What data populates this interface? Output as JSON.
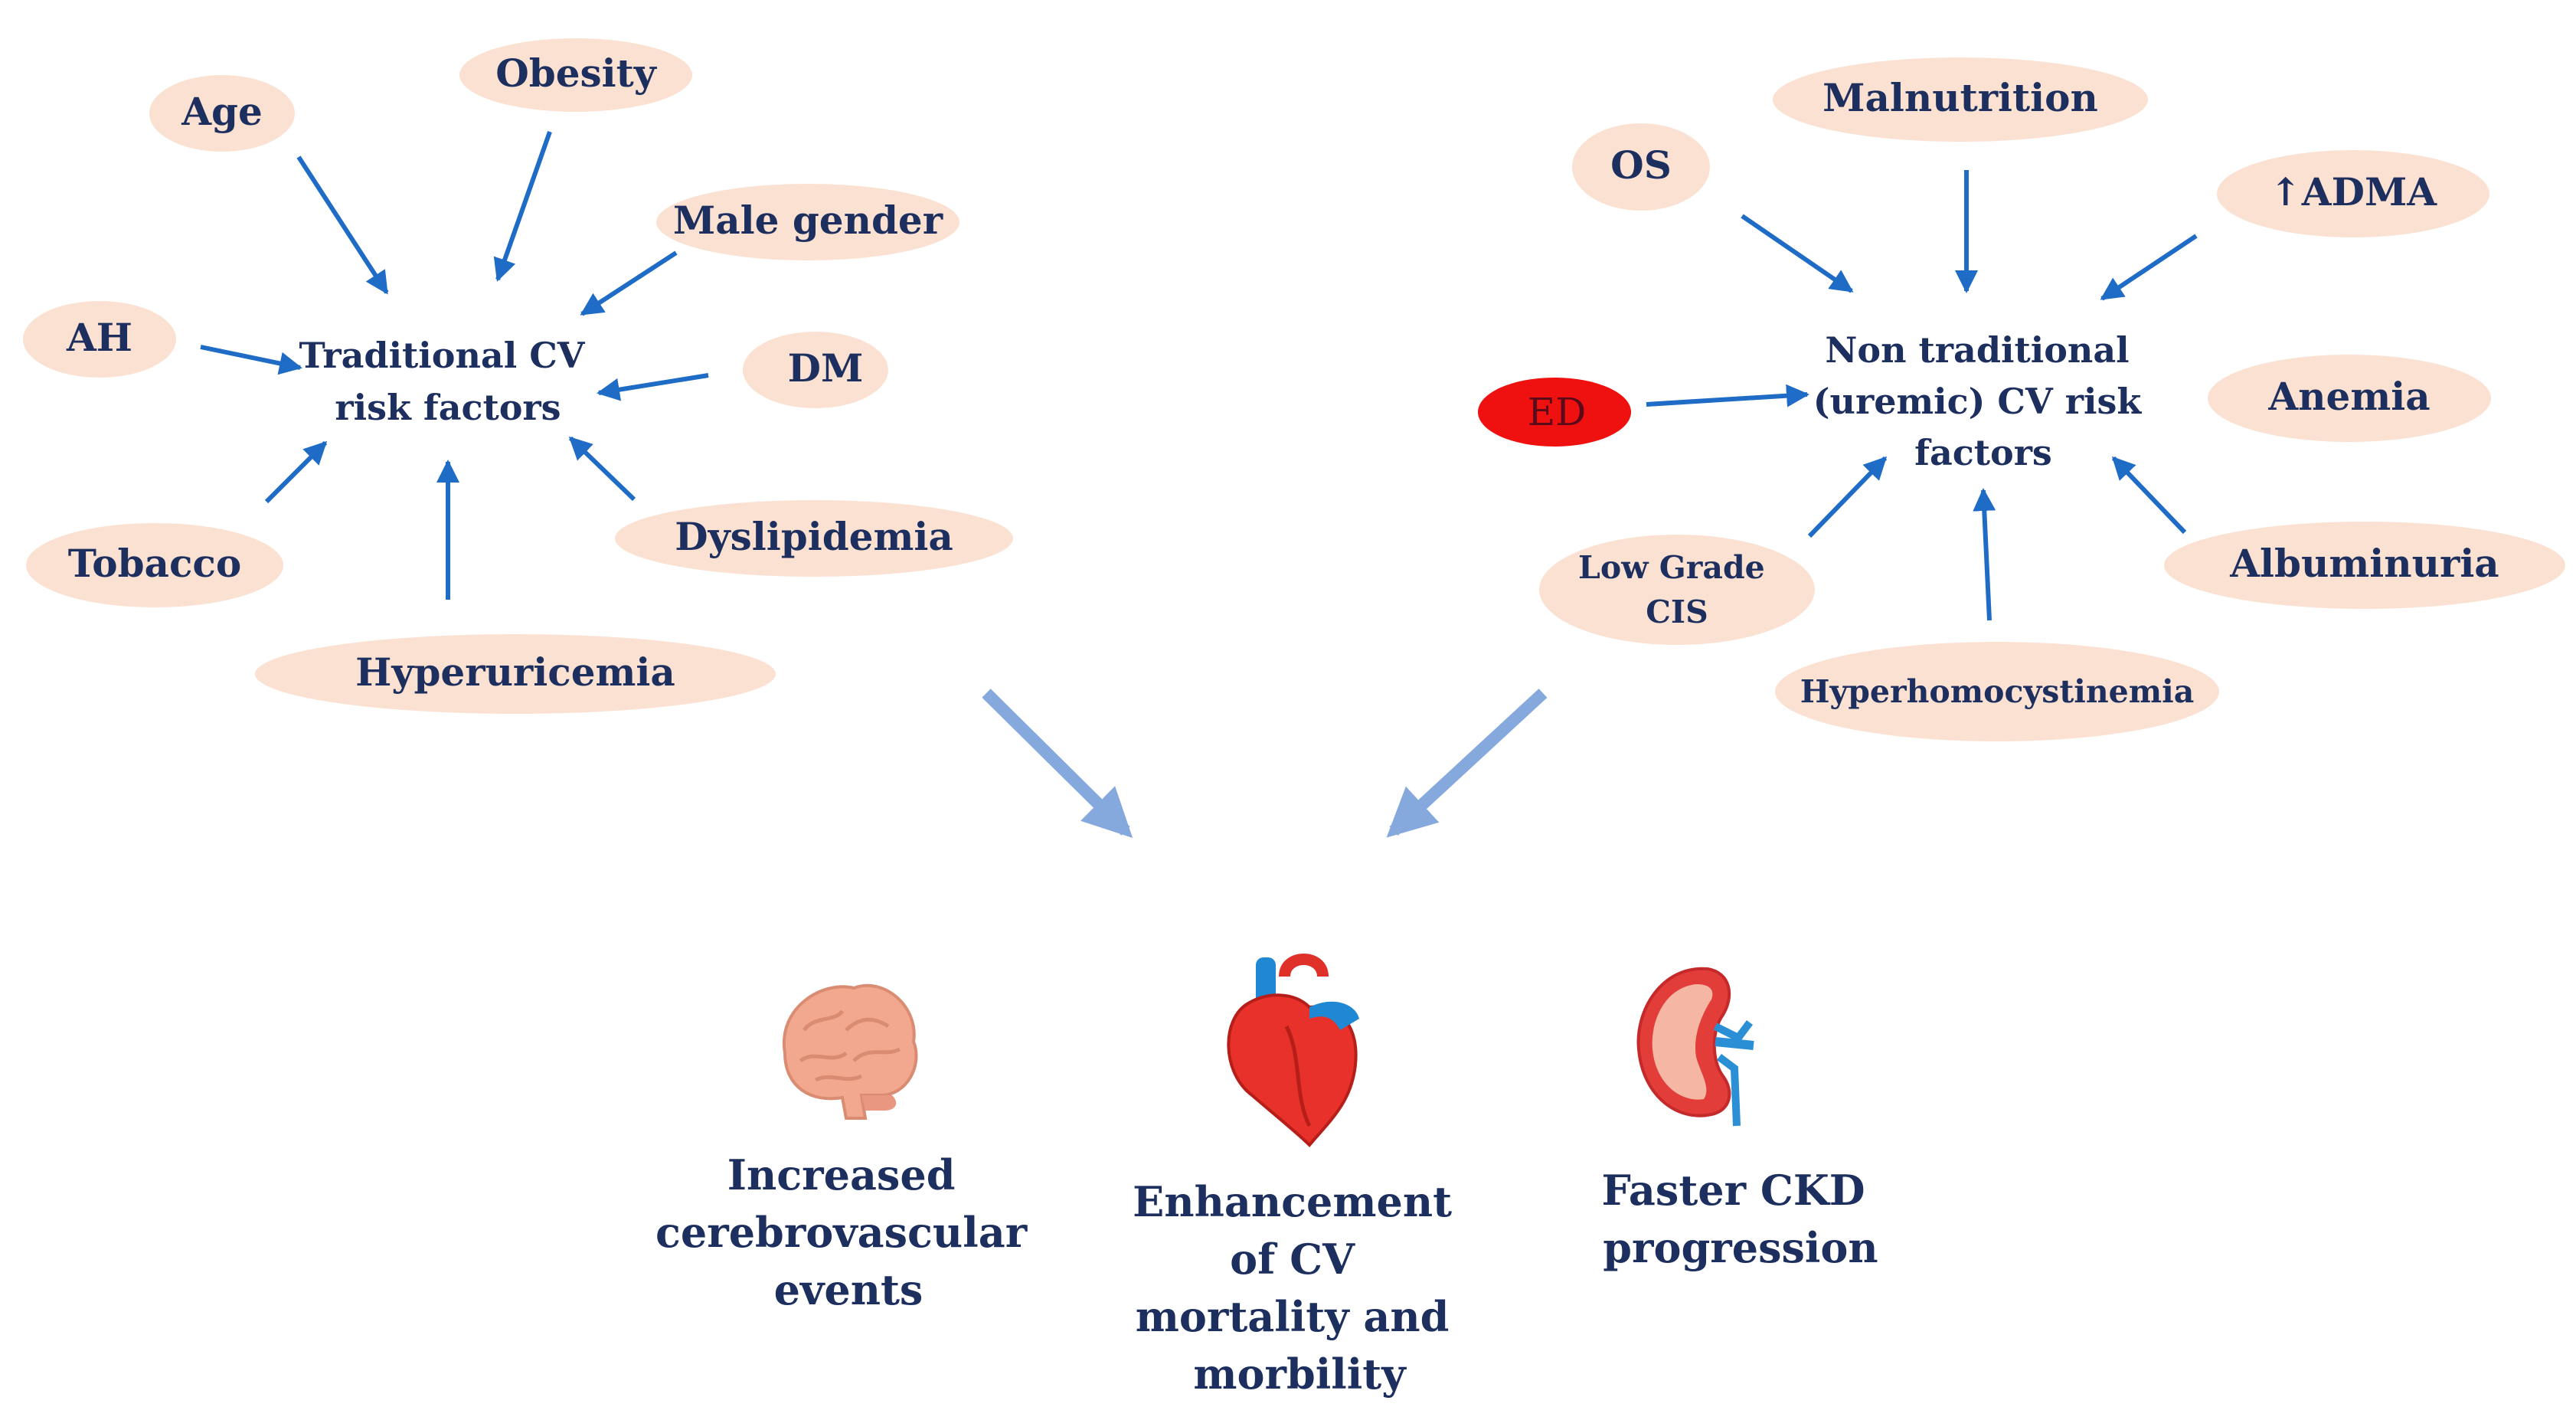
{
  "traditional": {
    "center": [
      "Traditional CV",
      "risk factors"
    ],
    "factors": {
      "age": "Age",
      "obesity": "Obesity",
      "male_gender": "Male gender",
      "ah": "AH",
      "dm": "DM",
      "tobacco": "Tobacco",
      "dyslipidemia": "Dyslipidemia",
      "hyperuricemia": "Hyperuricemia"
    }
  },
  "non_traditional": {
    "center": [
      "Non traditional",
      "(uremic) CV risk",
      "factors"
    ],
    "factors": {
      "os": "OS",
      "malnutrition": "Malnutrition",
      "adma": "↑ADMA",
      "ed": "ED",
      "anemia": "Anemia",
      "low_grade_cis": [
        "Low Grade",
        "CIS"
      ],
      "hyperhomocystinemia": "Hyperhomocystinemia",
      "albuminuria": "Albuminuria"
    }
  },
  "outcomes": {
    "brain": {
      "icon": "brain-icon",
      "text": [
        "Increased",
        "cerebrovascular",
        "events"
      ]
    },
    "heart": {
      "icon": "heart-icon",
      "text": [
        "Enhancement",
        "of CV",
        "mortality and",
        "morbility"
      ]
    },
    "kidney": {
      "icon": "kidney-icon",
      "text": [
        "Faster CKD",
        "progression"
      ]
    }
  },
  "colors": {
    "pill": "#fbe1d1",
    "highlight": "#ef1010",
    "text": "#1d2f5e",
    "arrow": "#1f6cc6",
    "big_arrow": "#86a9dd"
  }
}
